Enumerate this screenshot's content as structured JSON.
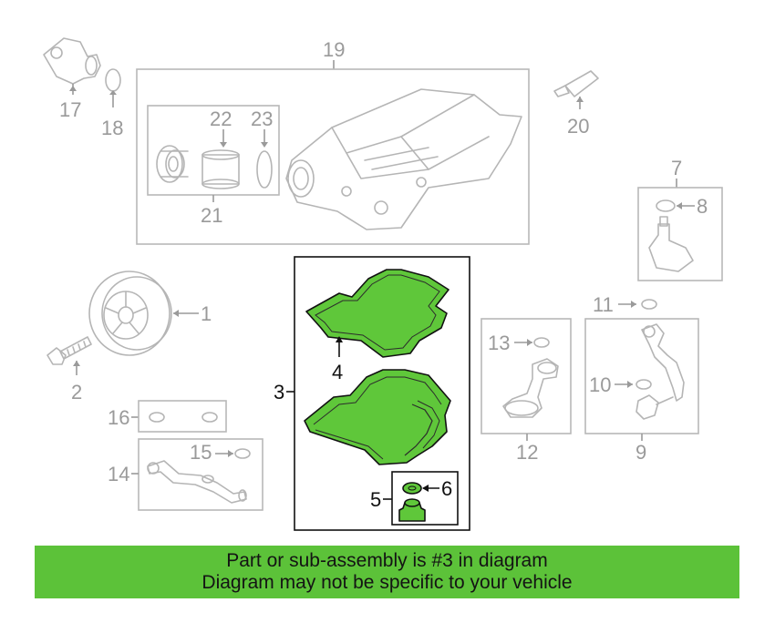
{
  "callouts": {
    "c1": "1",
    "c2": "2",
    "c3": "3",
    "c4": "4",
    "c5": "5",
    "c6": "6",
    "c7": "7",
    "c8": "8",
    "c9": "9",
    "c10": "10",
    "c11": "11",
    "c12": "12",
    "c13": "13",
    "c14": "14",
    "c15": "15",
    "c16": "16",
    "c17": "17",
    "c18": "18",
    "c19": "19",
    "c20": "20",
    "c21": "21",
    "c22": "22",
    "c23": "23"
  },
  "banner": {
    "line1": "Part or sub-assembly is #3 in diagram",
    "line2": "Diagram may not be specific to your vehicle",
    "color": "#5cc239"
  },
  "highlight_color": "#5fc73a"
}
